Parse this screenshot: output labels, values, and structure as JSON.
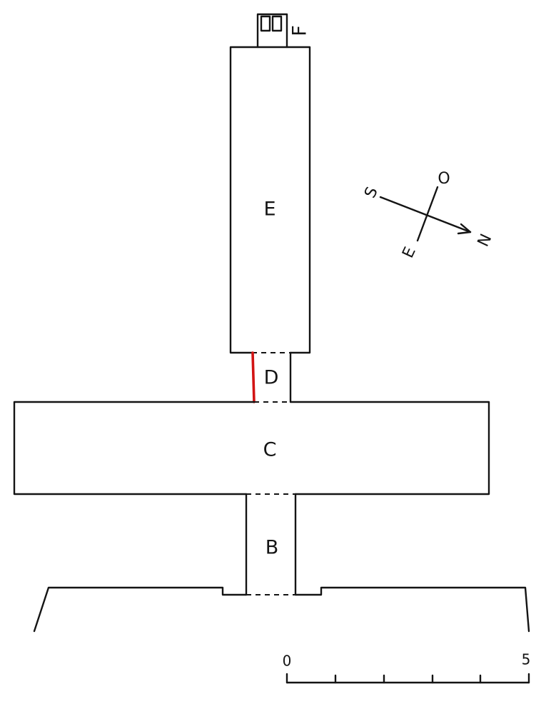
{
  "rooms": {
    "b": "B",
    "c": "C",
    "d": "D",
    "e": "E",
    "f": "F"
  },
  "compass": {
    "south": "S",
    "west": "O",
    "east": "E",
    "north": "N"
  },
  "scale": {
    "start": "0",
    "end": "5"
  },
  "colors": {
    "ink": "#141414",
    "highlight": "#d21414",
    "paper": "#ffffff"
  }
}
